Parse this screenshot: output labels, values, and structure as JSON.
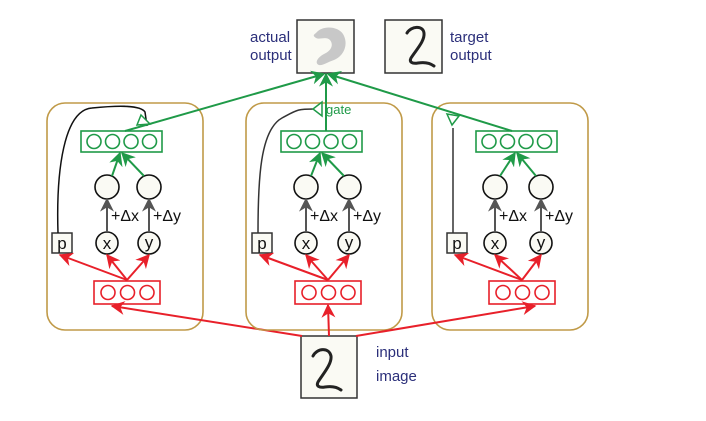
{
  "labels": {
    "actual_output": [
      "actual",
      "output"
    ],
    "target_output": [
      "target",
      "output"
    ],
    "input_image": [
      "input",
      "image"
    ],
    "gate": "gate",
    "delta_x": "+Δx",
    "delta_y": "+Δy",
    "p": "p",
    "x": "x",
    "y": "y"
  },
  "images": {
    "actual_output": "blurry-gray-digit",
    "target_output": "digit-2",
    "input_image": "digit-2"
  },
  "modules": [
    {
      "name": "left",
      "gate_label_visible": false
    },
    {
      "name": "middle",
      "gate_label_visible": true
    },
    {
      "name": "right",
      "gate_label_visible": false
    }
  ],
  "colors": {
    "encoder": "#e8202a",
    "decoder": "#1f9a48",
    "module_border": "#c09a48",
    "text_blue": "#2b2f7a",
    "node": "#111111",
    "gate_line": "#333333",
    "box_fill": "#fafaf4",
    "actual_blob": "#c8c8c8"
  }
}
